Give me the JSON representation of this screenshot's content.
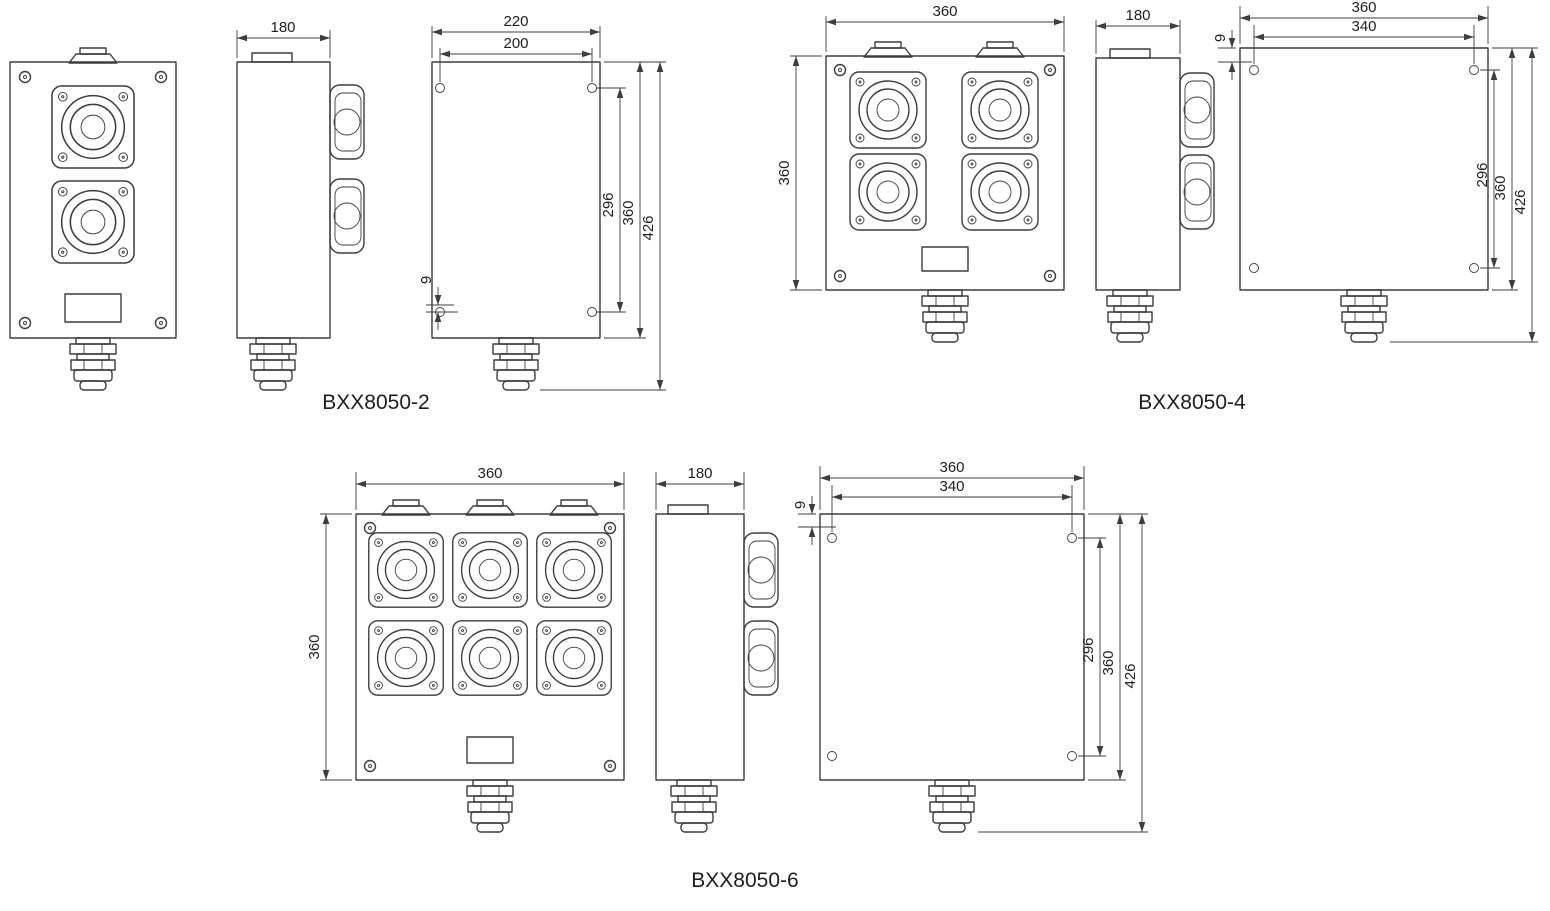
{
  "page": {
    "background": "#ffffff",
    "line_color": "#3d3d3d"
  },
  "models": {
    "m2": {
      "title": "BXX8050-2",
      "side_width": "180",
      "back_width": "220",
      "hole_span_h": "200",
      "hole_span_v": "296",
      "body_height": "360",
      "total_height": "426",
      "edge_offset": "9"
    },
    "m4": {
      "title": "BXX8050-4",
      "front_width": "360",
      "front_height": "360",
      "side_width": "180",
      "back_width": "360",
      "hole_span_h": "340",
      "hole_span_v": "296",
      "body_height": "360",
      "total_height": "426",
      "edge_offset": "9"
    },
    "m6": {
      "title": "BXX8050-6",
      "front_width": "360",
      "front_height": "360",
      "side_width": "180",
      "back_width": "360",
      "hole_span_h": "340",
      "hole_span_v": "296",
      "body_height": "360",
      "total_height": "426",
      "edge_offset": "9"
    }
  }
}
